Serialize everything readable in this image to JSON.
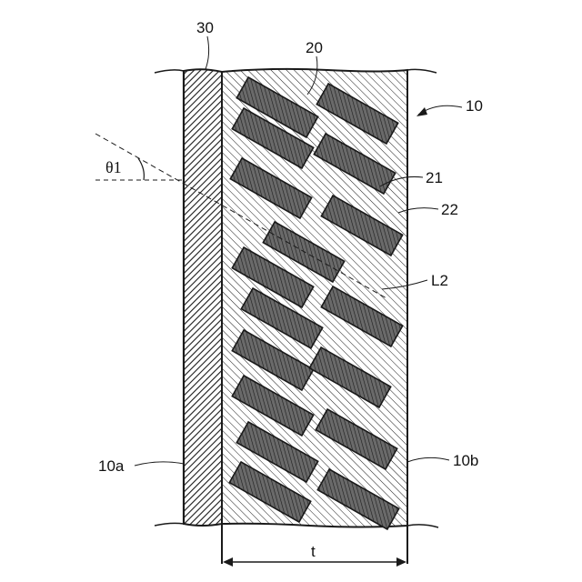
{
  "figure": {
    "labels": {
      "coating_layer": "30",
      "composite_layer": "20",
      "sheet": "10",
      "particles": "21",
      "matrix": "22",
      "angle": "θ1",
      "orientation_line": "L2",
      "surface_a": "10a",
      "surface_b": "10b",
      "thickness": "t"
    },
    "particle_count": 17,
    "colors": {
      "ink": "#1a1a1a",
      "particle_fill": "#5a5a5a",
      "background": "#ffffff"
    }
  }
}
